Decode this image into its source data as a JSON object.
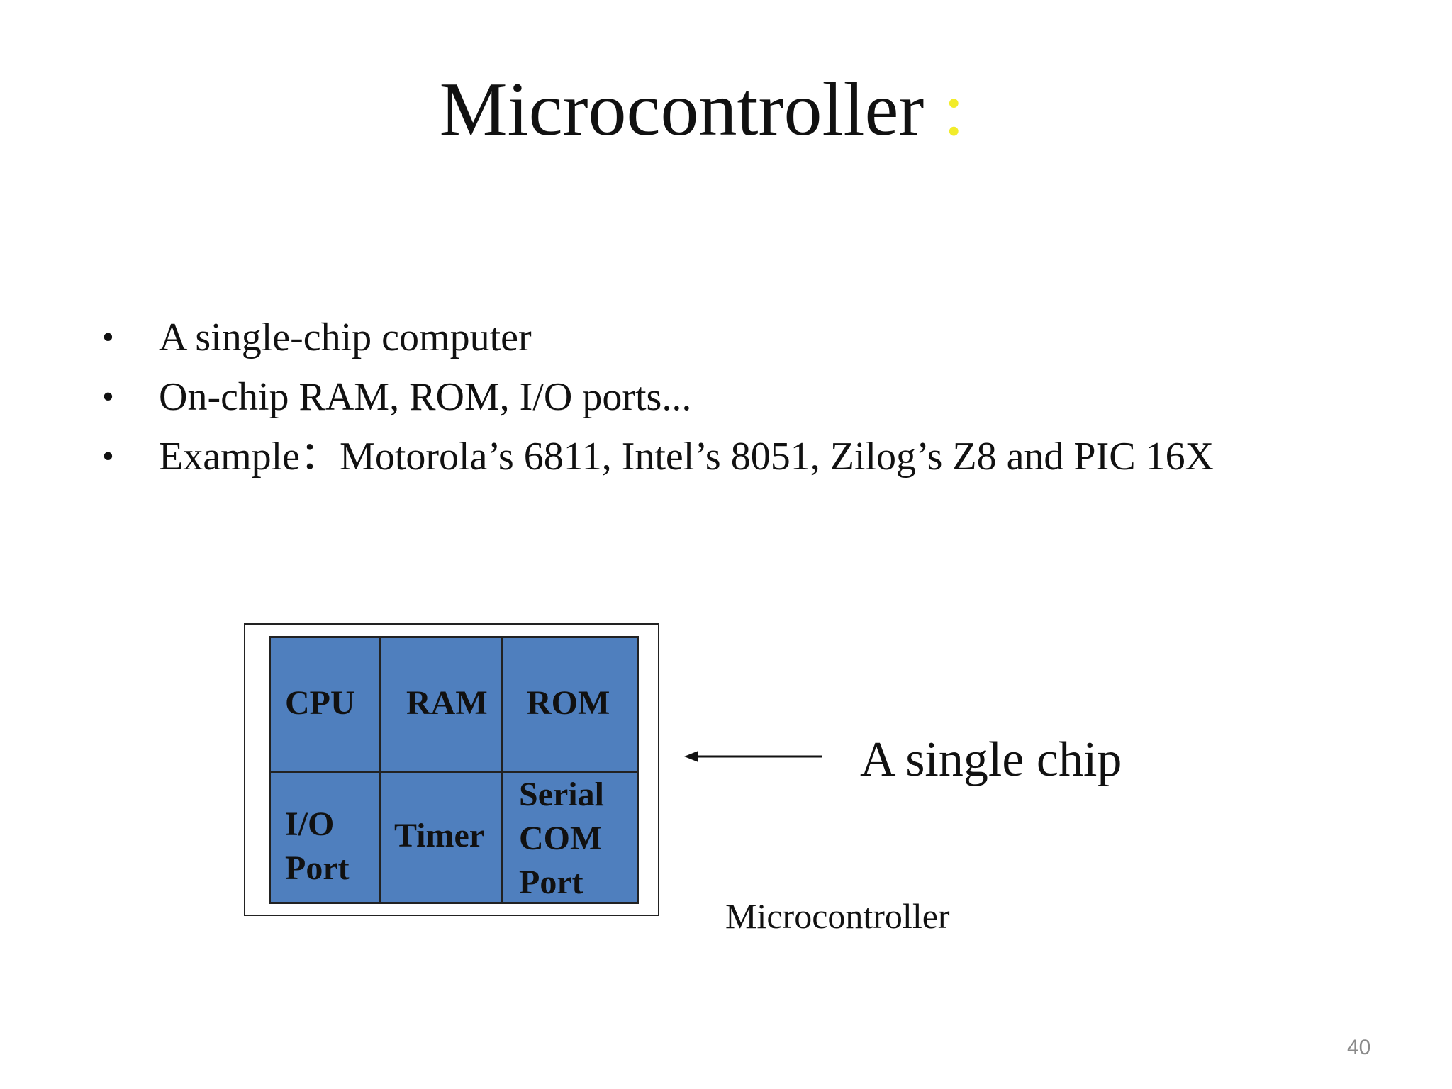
{
  "slide": {
    "title": "Microcontroller",
    "title_accent": ":",
    "accent_color": "#f2ec2a",
    "page_number": "40"
  },
  "bullets": [
    "A single-chip computer",
    "On-chip RAM, ROM, I/O ports...",
    "Example：Motorola’s 6811, Intel’s 8051, Zilog’s Z8 and PIC 16X"
  ],
  "diagram": {
    "block_color": "#4f7fbe",
    "cells": {
      "cpu": "CPU",
      "ram": "RAM",
      "rom": "ROM",
      "io_port": "I/O\nPort",
      "timer": "Timer",
      "serial_com_port": "Serial\nCOM\nPort"
    },
    "pointer_caption": "A single chip",
    "caption": "Microcontroller"
  }
}
